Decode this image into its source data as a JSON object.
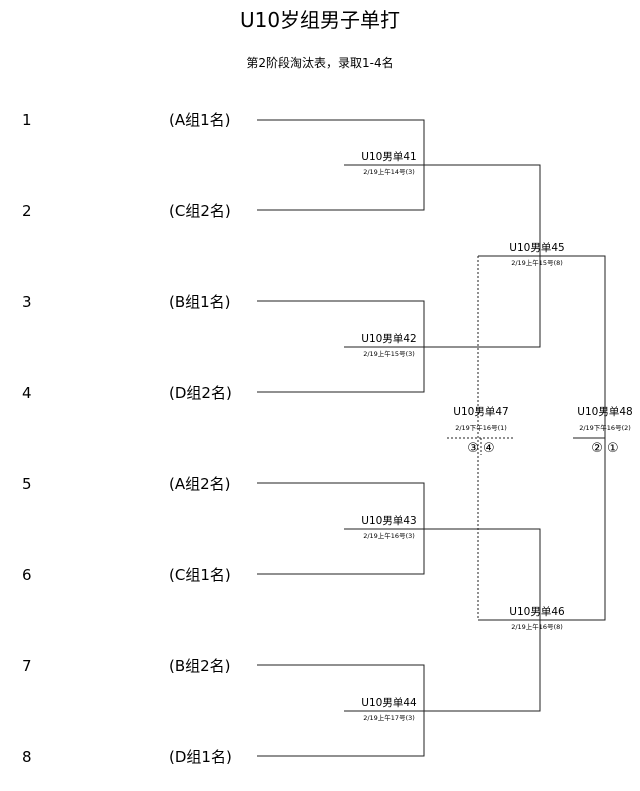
{
  "title": "U10岁组男子单打",
  "subtitle": "第2阶段淘汰表，录取1-4名",
  "seeds": [
    "1",
    "2",
    "3",
    "4",
    "5",
    "6",
    "7",
    "8"
  ],
  "entrants": [
    "(A组1名)",
    "(C组2名)",
    "(B组1名)",
    "(D组2名)",
    "(A组2名)",
    "(C组1名)",
    "(B组2名)",
    "(D组1名)"
  ],
  "matches": {
    "m41": {
      "label": "U10男单41",
      "sub": "2/19上午14号(3)"
    },
    "m42": {
      "label": "U10男单42",
      "sub": "2/19上午15号(3)"
    },
    "m43": {
      "label": "U10男单43",
      "sub": "2/19上午16号(3)"
    },
    "m44": {
      "label": "U10男单44",
      "sub": "2/19上午17号(3)"
    },
    "m45": {
      "label": "U10男单45",
      "sub": "2/19上午15号(8)"
    },
    "m46": {
      "label": "U10男单46",
      "sub": "2/19上午16号(8)"
    },
    "m47": {
      "label": "U10男单47",
      "sub": "2/19下午16号(1)",
      "ranks": "③ ④"
    },
    "m48": {
      "label": "U10男单48",
      "sub": "2/19下午16号(2)",
      "ranks": "② ①"
    }
  },
  "colors": {
    "line": "#222222",
    "text": "#111111"
  }
}
